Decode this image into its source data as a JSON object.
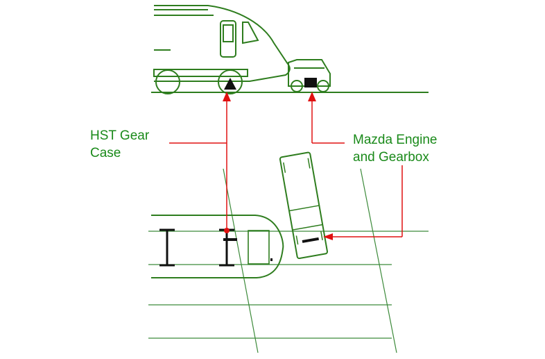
{
  "colors": {
    "line_art": "#2e7d1e",
    "track": "#3c8a3a",
    "pointer": "#e01010",
    "label_text": "#1a8a1a",
    "component": "#111111",
    "background": "#ffffff"
  },
  "labels": {
    "gear_case": {
      "line1": "HST Gear",
      "line2": "Case"
    },
    "engine": {
      "line1": "Mazda Engine",
      "line2": "and Gearbox"
    }
  }
}
